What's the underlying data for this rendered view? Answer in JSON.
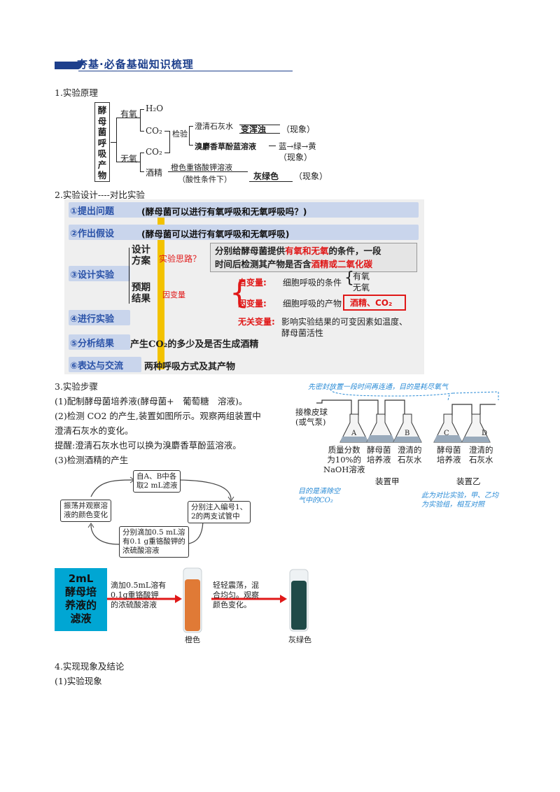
{
  "header": {
    "title": "夯基·必备基础知识梳理"
  },
  "sections": {
    "s1": "1.实验原理",
    "s2": "2.实验设计----对比实验",
    "s3": "3.实验步骤",
    "s4": "4.实现现象及结论",
    "s4_1": "(1)实验现象"
  },
  "principle": {
    "subject": [
      "酵",
      "母",
      "菌",
      "呼",
      "吸",
      "产",
      "物"
    ],
    "aerobic": "有氧",
    "anaerobic": "无氧",
    "h2o": "H₂O",
    "co2_a": "CO₂",
    "co2_b": "CO₂",
    "alcohol": "酒精",
    "detect": "检验",
    "limewater": "澄清石灰水",
    "turbid": "变浑浊",
    "phen1": "（现象）",
    "btb": "溴麝香草酚蓝溶液",
    "color_change": "蓝→绿→黄",
    "phen2": "（现象）",
    "dichromate": "橙色重铬酸钾溶液",
    "acidic": "（酸性条件下）",
    "graygreen": "灰绿色",
    "phen3": "（现象）"
  },
  "design": {
    "step1_label": "①提出问题",
    "step1_desc": "(酵母菌可以进行有氧呼吸和无氧呼吸吗？)",
    "step2_label": "②作出假设",
    "step2_desc": "(酵母菌可以进行有氧呼吸和无氧呼吸)",
    "step3_label": "③设计实验",
    "plan": "设计\n方案",
    "idea": "实验思路？",
    "idea_text_1a": "分别给酵母菌提供",
    "idea_text_1b": "有氧和无氧",
    "idea_text_1c": "的条件，一段",
    "idea_text_2a": "时间后检测其产物是否含",
    "idea_text_2b": "酒精或二氧化碳",
    "expect": "预期\n结果",
    "dep_var_note": "因变量",
    "indep_label": "自变量:",
    "indep_text": "细胞呼吸的条件",
    "indep_a": "有氧",
    "indep_b": "无氧",
    "dep_label": "因变量:",
    "dep_text": "细胞呼吸的产物",
    "dep_box": "酒精、CO₂",
    "irr_label": "无关变量:",
    "irr_text_1": "影响实验结果的可变因素如温度、",
    "irr_text_2": "酵母菌活性",
    "step4_label": "④进行实验",
    "step5_label": "⑤分析结果",
    "step5_desc": "产生CO₂的多少及是否生成酒精",
    "step6_label": "⑥表达与交流",
    "step6_desc": "两种呼吸方式及其产物"
  },
  "steps": {
    "p1": "(1)配制酵母菌培养液(酵母菌+　葡萄糖　溶液)。",
    "p2a": "(2)检测 CO2 的产生,装置如图所示。观察两组装置中",
    "p2b": "澄清石灰水的变化。",
    "p3": "提醒:澄清石灰水也可以换为溴麝香草酚蓝溶液。",
    "p4": "(3)检测酒精的产生"
  },
  "apparatus": {
    "note_top": "先密封放置一段时间再连通，目的是耗尽氧气",
    "pump": "接橡皮球\n(或气泵)",
    "a_label": "A",
    "b_label": "B",
    "c_label": "C",
    "d_label": "D",
    "naoh": "质量分数\n为10%的\nNaOH溶液",
    "yeast1": "酵母菌\n培养液",
    "lime1": "澄清的\n石灰水",
    "yeast2": "酵母菌\n培养液",
    "lime2": "澄清的\n石灰水",
    "setup_a": "装置甲",
    "setup_b": "装置乙",
    "note_left": "目的是清除空\n气中的CO₂",
    "note_right": "此为对比实验，甲、乙均\n为实验组，相互对照"
  },
  "cycle": {
    "b1": "自A、B中各\n取2 mL滤液",
    "b2": "分别注入编号1、\n2的两支试管中",
    "b3": "分别滴加0.5 mL溶\n有0.1 g重铬酸钾的\n浓硫酸溶液",
    "b4": "振荡并观察溶\n液的颜色变化"
  },
  "photo": {
    "left": "2mL\n酵母培\n养液的\n滤液",
    "arrow1": "滴加0.5mL溶有\n0.1g重铬酸钾\n的浓硫酸溶液",
    "arrow2": "轻轻震荡，混\n合均匀。观察\n颜色变化。",
    "orange": "橙色",
    "graygreen": "灰绿色"
  }
}
